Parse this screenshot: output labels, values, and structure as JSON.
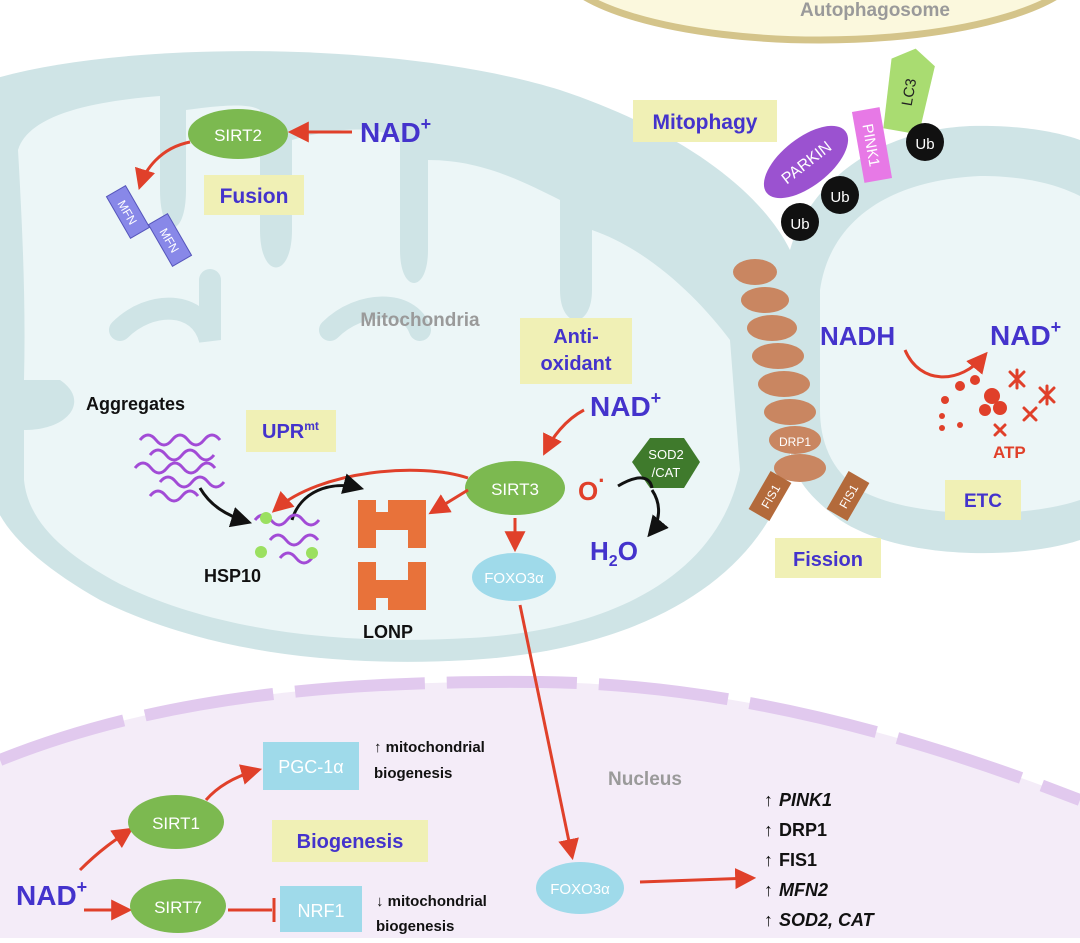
{
  "labels": {
    "autophagosome": "Autophagosome",
    "mitochondria": "Mitochondria",
    "nucleus": "Nucleus",
    "aggregates": "Aggregates",
    "hsp10": "HSP10",
    "lonp": "LONP",
    "o_radical": "O",
    "o_dot": "·",
    "h2o_h": "H",
    "h2o_2": "2",
    "h2o_o": "O",
    "atp": "ATP",
    "nadh": "NADH",
    "nad": "NAD",
    "nad_sup": "+"
  },
  "boxes": {
    "fusion": "Fusion",
    "mitophagy": "Mitophagy",
    "antioxidant_1": "Anti-",
    "antioxidant_2": "oxidant",
    "uprmt": "UPR",
    "uprmt_sup": "mt",
    "fission": "Fission",
    "etc": "ETC",
    "biogenesis": "Biogenesis",
    "pgc1a": "PGC-1α",
    "nrf1": "NRF1"
  },
  "proteins": {
    "sirt1": "SIRT1",
    "sirt2": "SIRT2",
    "sirt3": "SIRT3",
    "sirt7": "SIRT7",
    "foxo3a": "FOXO3α",
    "parkin": "PARKIN",
    "pink1": "PINK1",
    "lc3": "LC3",
    "ub": "Ub",
    "mfn": "MFN",
    "drp1": "DRP1",
    "fis1": "FIS1",
    "sod2_1": "SOD2",
    "sod2_2": "/CAT"
  },
  "biogenesis_effects": {
    "up_line1": "↑ mitochondrial",
    "up_line2": "biogenesis",
    "down_line1": "↓ mitochondrial",
    "down_line2": "biogenesis"
  },
  "target_genes": [
    {
      "arrow": "↑",
      "gene": "PINK1",
      "italic": true
    },
    {
      "arrow": "↑",
      "gene": "DRP1",
      "italic": false
    },
    {
      "arrow": "↑",
      "gene": "FIS1",
      "italic": false
    },
    {
      "arrow": "↑",
      "gene": "MFN2",
      "italic": true
    },
    {
      "arrow": "↑",
      "gene": "SOD2, CAT",
      "italic": true
    }
  ],
  "colors": {
    "mito_fill": "#cfe4e6",
    "mito_inner": "#ecf6f7",
    "autophagosome": "#fbf8dd",
    "autophagosome_rim": "#d4c48a",
    "nucleus_fill": "#f4ecf8",
    "nucleus_rim": "#e1c9ee",
    "label_box": "#f0f0b5",
    "sirt_green": "#7cb950",
    "foxo_cyan": "#9fdaea",
    "nad_blue": "#4433cc",
    "arrow_red": "#e0402a",
    "drp1_orange": "#c98661",
    "fis1_brown": "#b36a3b",
    "lonp_orange": "#e8723a",
    "purple": "#9b52d0",
    "pink": "#e779e6",
    "lc3_green": "#a9dc71"
  }
}
